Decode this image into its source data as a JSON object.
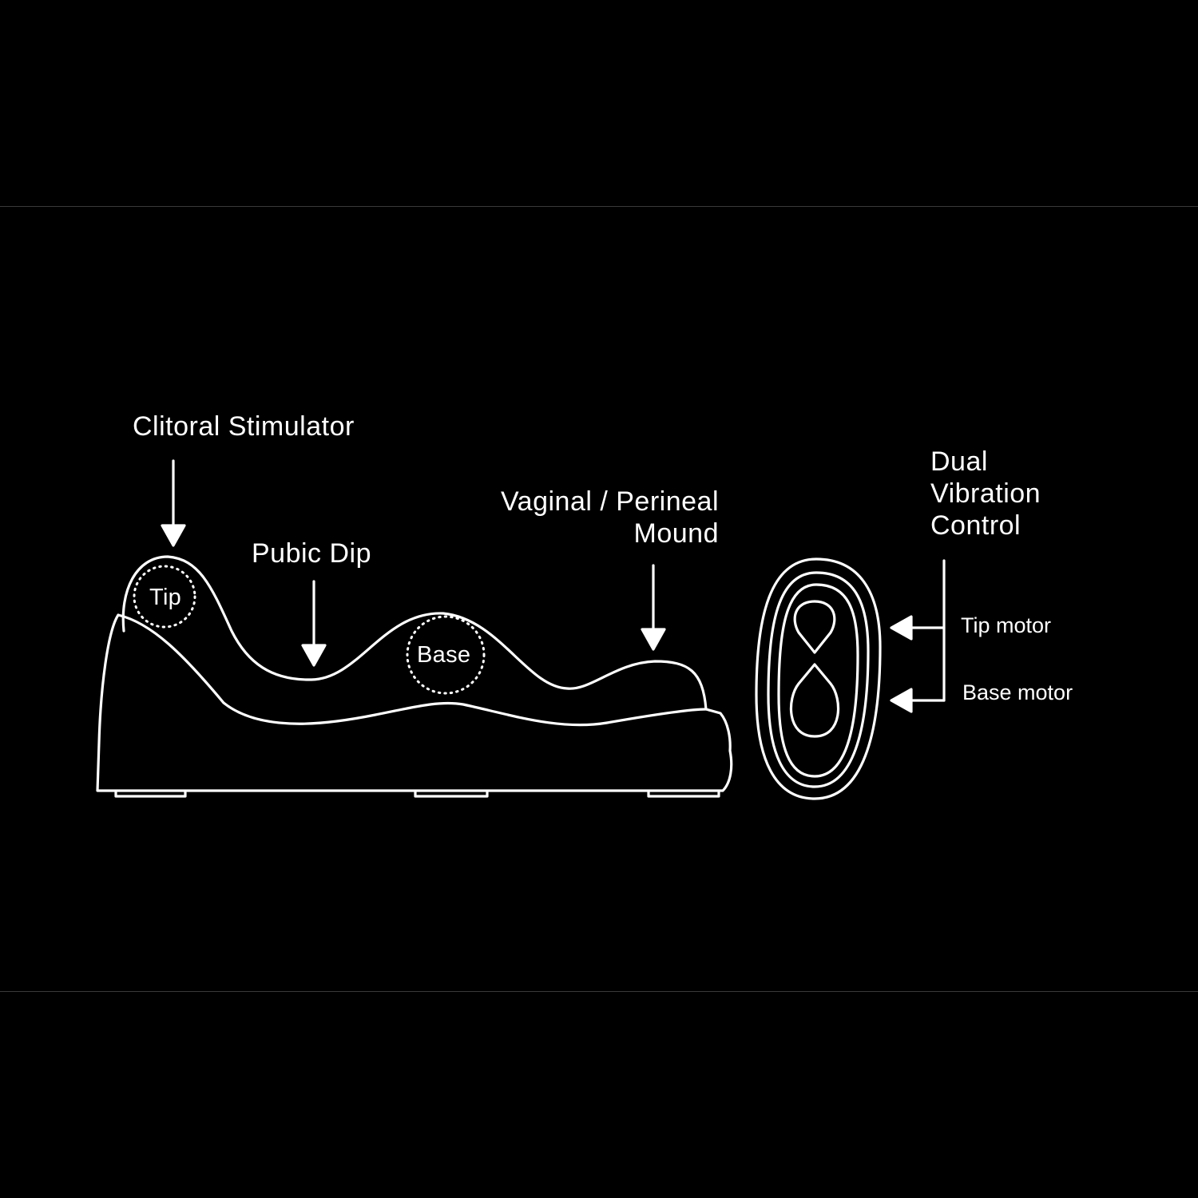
{
  "labels": {
    "clitoral_stimulator": "Clitoral Stimulator",
    "pubic_dip": "Pubic Dip",
    "vaginal_perineal_line1": "Vaginal / Perineal",
    "vaginal_perineal_line2": "Mound",
    "tip": "Tip",
    "base": "Base",
    "dual_line1": "Dual",
    "dual_line2": "Vibration",
    "dual_line3": "Control",
    "tip_motor": "Tip motor",
    "base_motor": "Base motor"
  },
  "colors": {
    "background": "#000000",
    "line": "#ffffff",
    "panel_border": "#3a3a3a"
  }
}
